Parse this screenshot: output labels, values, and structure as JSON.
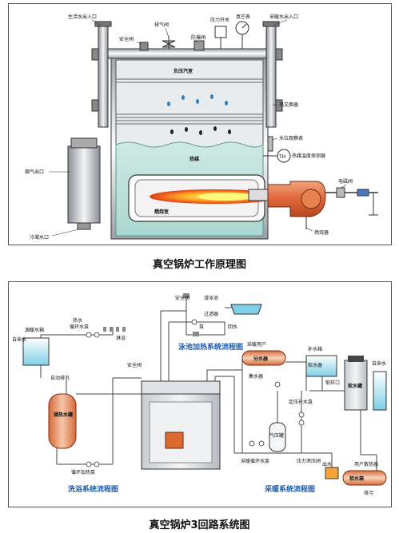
{
  "panel1": {
    "caption": "真空锅炉工作原理图",
    "labels": {
      "heating_out": "生活水出入口",
      "exhaust_valve": "排气阀",
      "pressure_switch": "压力开关",
      "vacuum_gauge": "真空表",
      "heating_water": "采暖水出入口",
      "safety_valve": "安全阀",
      "blast_valve": "防爆阀",
      "negative_pressure": "负压汽室",
      "heat_exchanger": "热交换器",
      "water_level": "水位观察表",
      "heat_medium": "热媒",
      "temp_sensor": "热媒温度探测器",
      "flue_outlet": "烟气出口",
      "furnace": "燃烧室",
      "solenoid_valve": "电磁阀",
      "burner": "燃烧器",
      "cold_water_inlet": "冷凝水口"
    },
    "th_symbol": "TH"
  },
  "panel2": {
    "caption": "真空锅炉3回路系统图",
    "titles": {
      "bath": "洗浴系统流程图",
      "pool": "泳池加热系统流程图",
      "heating": "采暖系统流程图"
    },
    "labels": {
      "supply_tank": "源暖水箱",
      "city_water": "自来水",
      "hot_water": "热水",
      "circ_pump": "循环水泵",
      "shower": "淋浴",
      "auto_vent": "自动排气",
      "storage_tank": "储热水罐",
      "circ_heat_pump": "循环加热泵",
      "safety_valve_l": "安全阀",
      "safety_valve_r": "安全阀",
      "pool": "游泳池",
      "filter": "过滤器",
      "pool_pump": "泵",
      "return": "回水",
      "makeup_tank": "补水箱",
      "soft_water": "软水器",
      "water_supply": "自来水",
      "softener_tank": "软水罐",
      "divider": "分水器",
      "users": "采暖用户",
      "collector": "集水器",
      "const_pump": "定压补水泵",
      "expansion": "气压罐",
      "heating_pump": "采暖循环水泵",
      "pressure_relief": "压力泄压阀",
      "water_tank": "软水箱",
      "flow_out": "出水",
      "heat_users": "用户散热器",
      "auto_drain": "排污",
      "sample": "取样口"
    }
  }
}
